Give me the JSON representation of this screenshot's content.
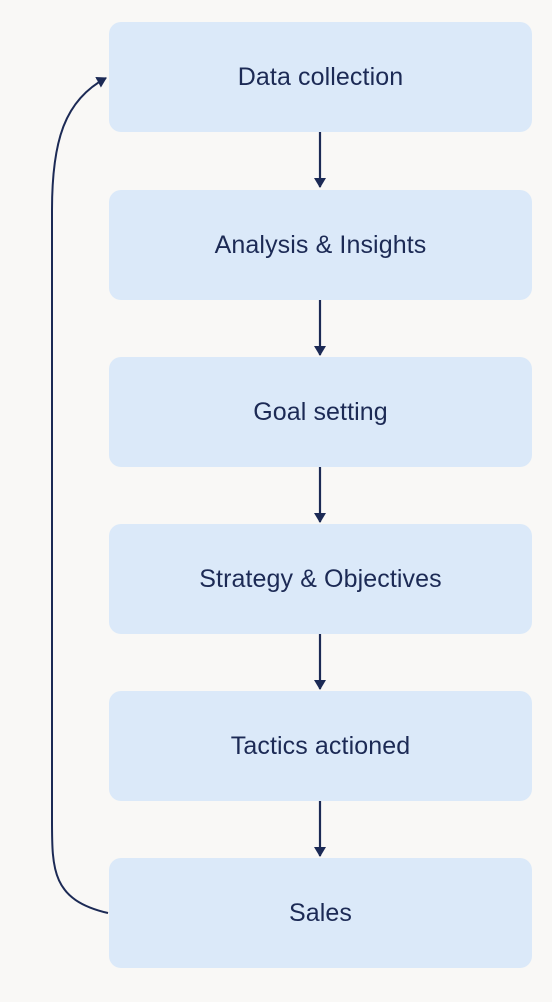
{
  "diagram": {
    "type": "flowchart",
    "direction": "top-to-bottom",
    "colors": {
      "node_fill": "#dbe9f9",
      "node_text": "#1c2a55",
      "edge": "#1c2a55",
      "background": "#f9f8f6"
    },
    "nodes": [
      {
        "label": "Data collection"
      },
      {
        "label": "Analysis & Insights"
      },
      {
        "label": "Goal setting"
      },
      {
        "label": "Strategy & Objectives"
      },
      {
        "label": "Tactics actioned"
      },
      {
        "label": "Sales"
      }
    ],
    "edges": [
      {
        "from": "Data collection",
        "to": "Analysis & Insights"
      },
      {
        "from": "Analysis & Insights",
        "to": "Goal setting"
      },
      {
        "from": "Goal setting",
        "to": "Strategy & Objectives"
      },
      {
        "from": "Strategy & Objectives",
        "to": "Tactics actioned"
      },
      {
        "from": "Tactics actioned",
        "to": "Sales"
      },
      {
        "from": "Sales",
        "to": "Data collection",
        "style": "curved-loop"
      }
    ]
  }
}
